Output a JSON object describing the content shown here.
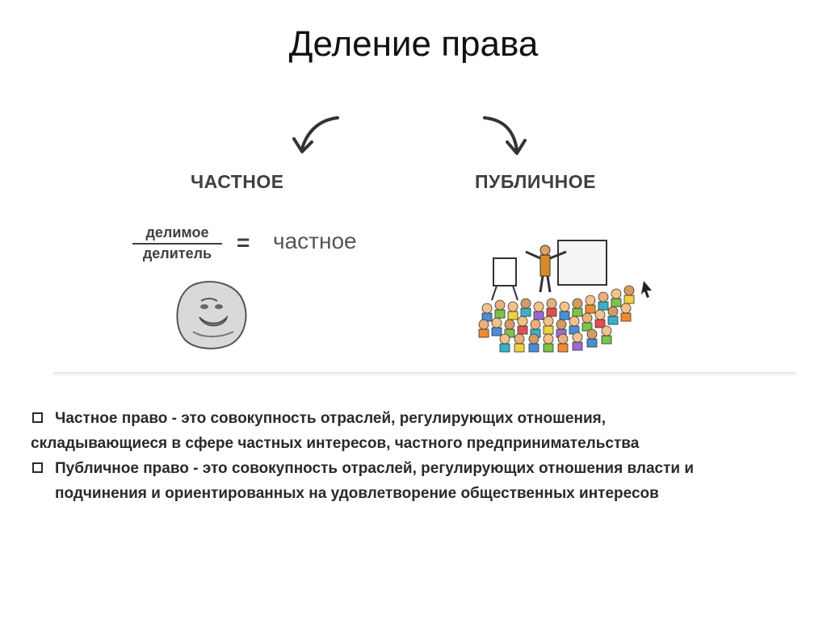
{
  "slide": {
    "title": "Деление права"
  },
  "illustration": {
    "left_heading": "ЧАСТНОЕ",
    "right_heading": "ПУБЛИЧНОЕ",
    "fraction": {
      "numerator": "делимое",
      "denominator": "делитель",
      "equals": "=",
      "result": "частное"
    },
    "left_image_icon": "forever-alone-face-icon",
    "right_image_icon": "public-lecture-crowd-icon",
    "arrow_icons": [
      "curved-arrow-left-icon",
      "curved-arrow-right-icon"
    ]
  },
  "bullets": [
    {
      "line1": "Частное право - это совокупность отраслей, регулирующих отношения,",
      "line2": "складывающиеся в сфере частных интересов, частного предпринимательства"
    },
    {
      "line1": "Публичное право - это совокупность отраслей, регулирующих отношения власти и",
      "line2": "подчинения и ориентированных на удовлетворение общественных интересов"
    }
  ],
  "colors": {
    "text": "#2a2a2a",
    "heading_gray": "#3f3f3f",
    "background": "#ffffff"
  }
}
